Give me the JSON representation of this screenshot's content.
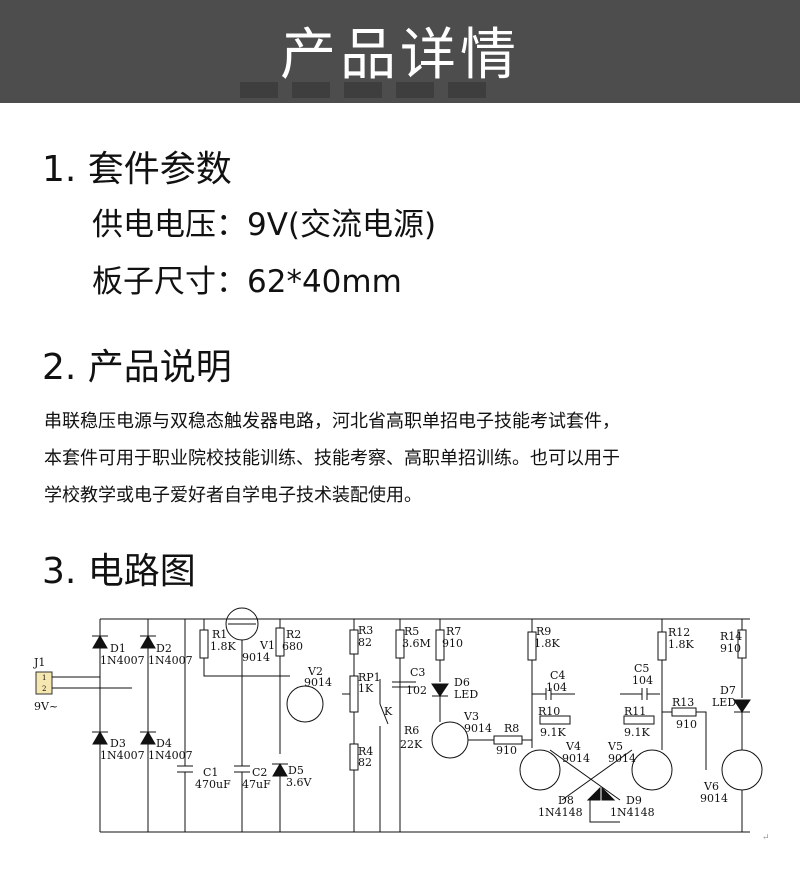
{
  "banner": {
    "title": "产品详情"
  },
  "sections": {
    "kit": {
      "heading": "1. 套件参数",
      "supply": "供电电压：9V(交流电源)",
      "board": "板子尺寸：62*40mm"
    },
    "desc": {
      "heading": "2. 产品说明",
      "lines": [
        "串联稳压电源与双稳态触发器电路，河北省高职单招电子技能考试套件，",
        "本套件可用于职业院校技能训练、技能考察、高职单招训练。也可以用于",
        "学校教学或电子爱好者自学电子技术装配使用。"
      ]
    },
    "circuit": {
      "heading": "3. 电路图"
    }
  },
  "schematic": {
    "j1": "J1",
    "j1_pin1": "1",
    "j1_pin2": "2",
    "input": "9V~",
    "d1": "D1",
    "d2": "D2",
    "d3": "D3",
    "d4": "D4",
    "d1_val": "1N4007",
    "d2_val": "1N4007",
    "d3_val": "1N4007",
    "d4_val": "1N4007",
    "c1": "C1",
    "c1_val": "470uF",
    "c2": "C2",
    "c2_val": "47uF",
    "r1": "R1",
    "r1_val": "1.8K",
    "v1": "V1",
    "v1_val": "9014",
    "r2": "R2",
    "r2_val": "680",
    "d5": "D5",
    "d5_val": "3.6V",
    "v2": "V2",
    "v2_val": "9014",
    "r3": "R3",
    "r3_val": "82",
    "rp1": "RP1",
    "rp1_val": "1K",
    "r4": "R4",
    "r4_val": "82",
    "k": "K",
    "r5": "R5",
    "r5_val": "3.6M",
    "c3": "C3",
    "c3_val": "102",
    "r6": "R6",
    "r6_val": "22K",
    "r7": "R7",
    "r7_val": "910",
    "d6": "D6",
    "d6_val": "LED",
    "v3": "V3",
    "v3_val": "9014",
    "r8": "R8",
    "r8_val": "910",
    "r9": "R9",
    "r9_val": "1.8K",
    "c4": "C4",
    "c4_val": "104",
    "r10": "R10",
    "r10_val": "9.1K",
    "v4": "V4",
    "v4_val": "9014",
    "d8": "D8",
    "d8_val": "1N4148",
    "c5": "C5",
    "c5_val": "104",
    "r11": "R11",
    "r11_val": "9.1K",
    "v5": "V5",
    "v5_val": "9014",
    "d9": "D9",
    "d9_val": "1N4148",
    "r12": "R12",
    "r12_val": "1.8K",
    "r13": "R13",
    "r13_val": "910",
    "r14": "R14",
    "r14_val": "910",
    "d7": "D7",
    "d7_val": "LED",
    "v6": "V6",
    "v6_val": "9014",
    "para_mark": "↵"
  }
}
